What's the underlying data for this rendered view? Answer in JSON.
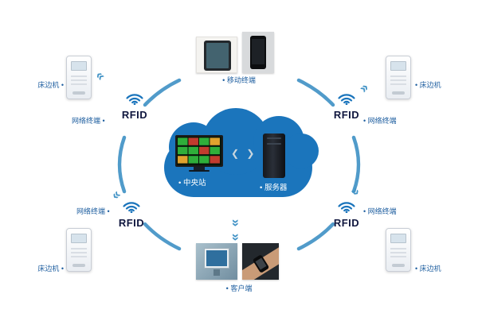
{
  "colors": {
    "ring": "#4293c6",
    "cloud": "#1b75bc",
    "label": "#1f5fa0",
    "rfid_text": "#10173f"
  },
  "cloud": {
    "station_label": "• 中央站",
    "server_label": "• 服务器",
    "link_glyph": "❮ ❯"
  },
  "labels": {
    "mobile_terminal": "• 移动终端",
    "client": "• 客户端",
    "rfid": "RFID",
    "bedside_tl": "床边机 •",
    "bedside_tr": "• 床边机",
    "bedside_bl": "床边机 •",
    "bedside_br": "• 床边机",
    "terminal_tl": "网络终端 •",
    "terminal_tr": "• 网络终端",
    "terminal_bl": "网络终端 •",
    "terminal_br": "• 网络终端"
  }
}
